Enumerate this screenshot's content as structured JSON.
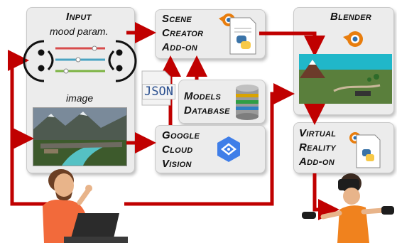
{
  "input_box": {
    "title": "Input",
    "subtitle": "mood param.",
    "image_label": "image"
  },
  "scene_creator": {
    "line1": "Scene",
    "line2": "Creator",
    "line3": "Add-on"
  },
  "models_db": {
    "line1": "Models",
    "line2": "Database"
  },
  "google_vision": {
    "line1": "Google",
    "line2": "Cloud",
    "line3": "Vision"
  },
  "blender": {
    "title": "Blender"
  },
  "vr_addon": {
    "line1": "Virtual",
    "line2": "Reality",
    "line3": "Add-on"
  },
  "json_label": "JSON",
  "colors": {
    "arrow": "#c00000",
    "box": "#ececec",
    "blender_orange": "#e87d0d",
    "python_blue": "#3a73a8",
    "python_yellow": "#f7c948"
  }
}
